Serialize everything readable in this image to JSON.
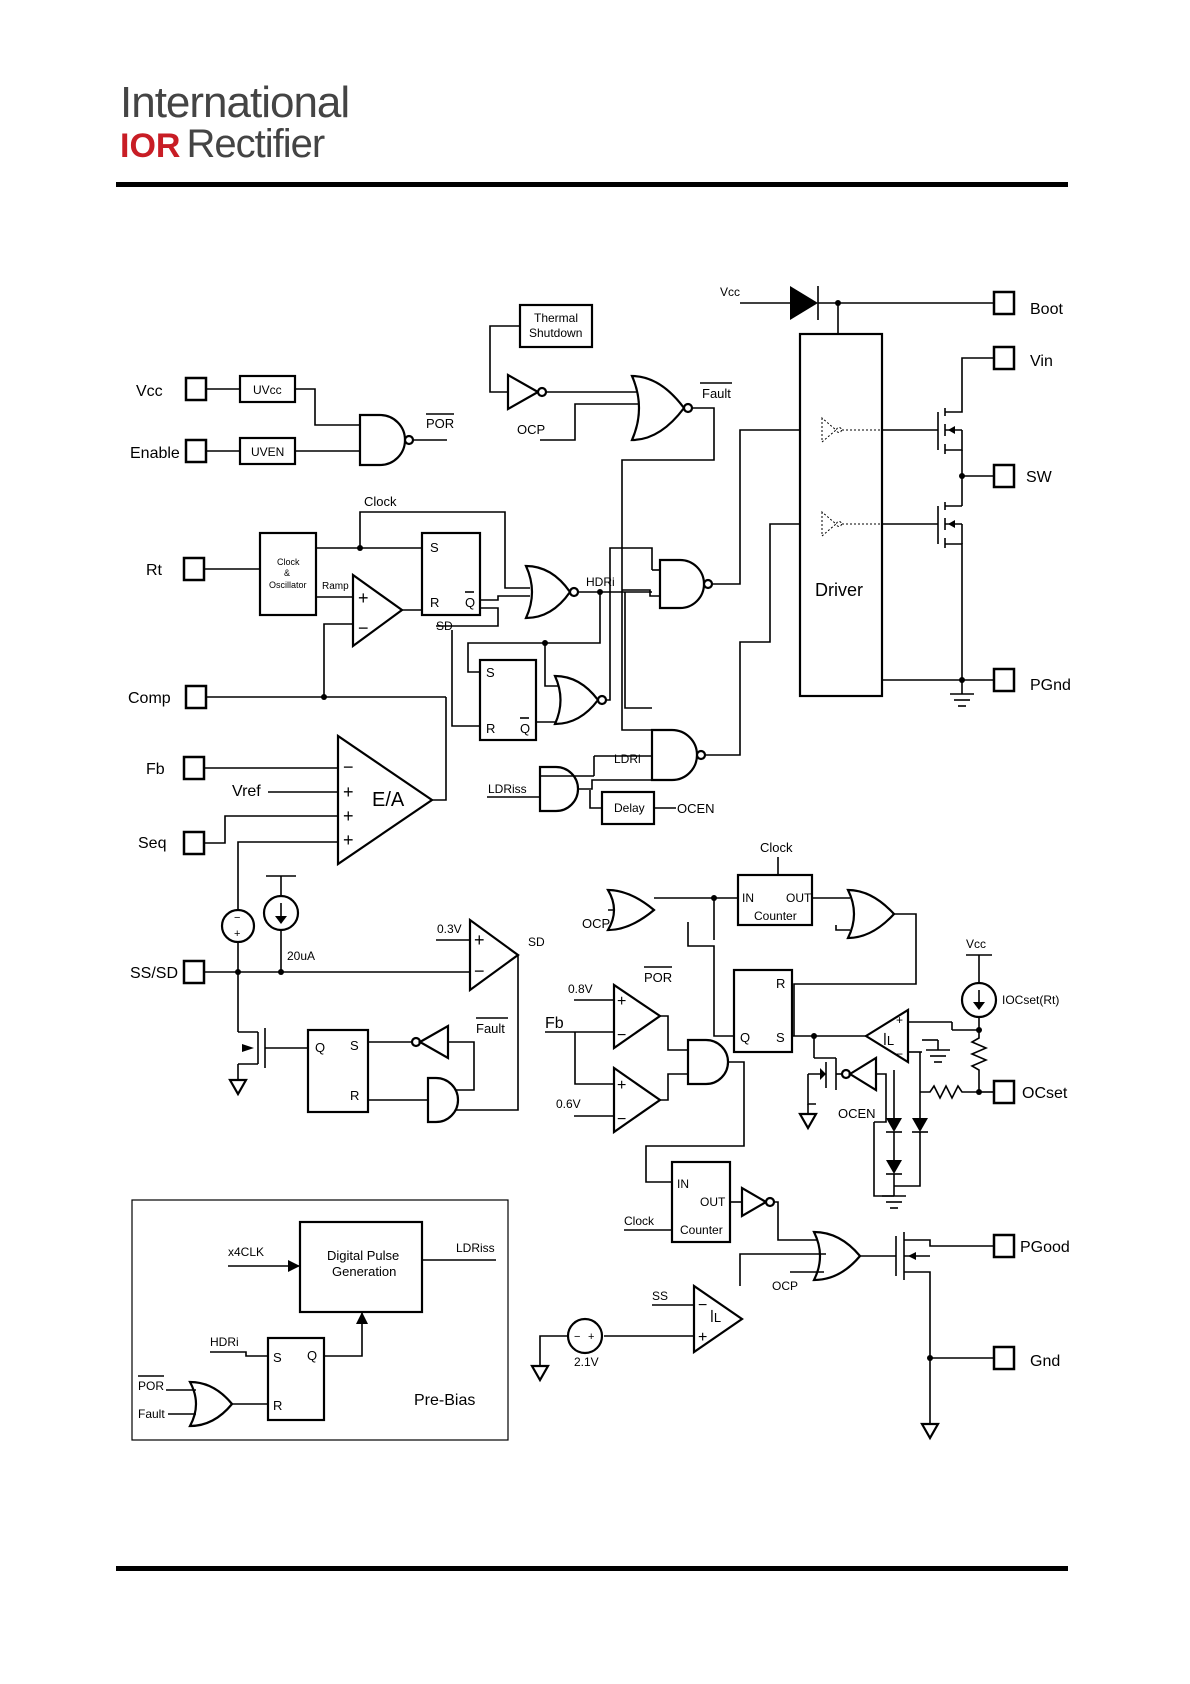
{
  "header": {
    "brand_line1": "International",
    "brand_logo": "IOR",
    "brand_line2": "Rectifier"
  },
  "pins": {
    "vcc": "Vcc",
    "enable": "Enable",
    "rt": "Rt",
    "comp": "Comp",
    "fb": "Fb",
    "seq": "Seq",
    "ss_sd": "SS/SD",
    "boot": "Boot",
    "vin": "Vin",
    "sw": "SW",
    "pgnd": "PGnd",
    "ocset": "OCset",
    "pgood": "PGood",
    "gnd": "Gnd"
  },
  "blocks": {
    "uvcc": "UVcc",
    "uven": "UVEN",
    "thermal1": "Thermal",
    "thermal2": "Shutdown",
    "clock1": "Clock",
    "clock2": "&",
    "clock3": "Oscillator",
    "driver": "Driver",
    "ea": "E/A",
    "delay": "Delay",
    "counter_in": "IN",
    "counter_out": "OUT",
    "counter": "Counter",
    "dpg1": "Digital Pulse",
    "dpg2": "Generation",
    "prebias": "Pre-Bias"
  },
  "labels": {
    "por": "POR",
    "ocp": "OCP",
    "fault": "Fault",
    "clock": "Clock",
    "ramp": "Ramp",
    "hdri": "HDRi",
    "ldri": "LDRi",
    "ldriss": "LDRiss",
    "ocen": "OCEN",
    "sd": "SD",
    "vref": "Vref",
    "vcc": "Vcc",
    "v03": "0.3V",
    "i20": "20uA",
    "v08": "0.8V",
    "v06": "0.6V",
    "v21": "2.1V",
    "fb": "Fb",
    "ss": "SS",
    "iocset": "IOCset(Rt)",
    "x4clk": "x4CLK",
    "s": "S",
    "r": "R",
    "q": "Q",
    "qbar": "Q",
    "plus": "+",
    "minus": "−",
    "hyst": "ꟾL"
  }
}
